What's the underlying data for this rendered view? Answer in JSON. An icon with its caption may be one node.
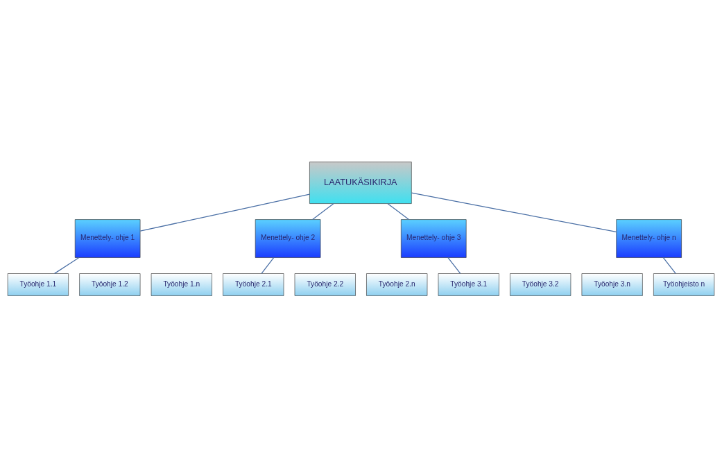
{
  "diagram": {
    "nodes": [
      {
        "text": [
          "LAATUKÄSIKIRJA"
        ]
      },
      {
        "text": [
          "Menettely- ohje 1"
        ]
      },
      {
        "text": [
          "Menettely- ohje 2"
        ]
      },
      {
        "text": [
          "Menettely- ohje 3"
        ]
      },
      {
        "text": [
          "Menettely- ohje n"
        ]
      },
      {
        "text": [
          "Työohje 1.1"
        ]
      },
      {
        "text": [
          "Työohje 1.2"
        ]
      },
      {
        "text": [
          "Työohje 1.n"
        ]
      },
      {
        "text": [
          "Työohje 2.1"
        ]
      },
      {
        "text": [
          "Työohje 2.2"
        ]
      },
      {
        "text": [
          "Työohje 2.n"
        ]
      },
      {
        "text": [
          "Työohje 3.1"
        ]
      },
      {
        "text": [
          "Työohje 3.2"
        ]
      },
      {
        "text": [
          "Työohje 3.n"
        ]
      },
      {
        "text": [
          "Työohjeisto n"
        ]
      }
    ],
    "edges": [
      {
        "from": 0,
        "to": 1,
        "arrow": "none"
      },
      {
        "from": 0,
        "to": 2,
        "arrow": "none"
      },
      {
        "from": 0,
        "to": 3,
        "arrow": "none"
      },
      {
        "from": 0,
        "to": 4,
        "arrow": "none"
      },
      {
        "from": 1,
        "to": 5,
        "arrow": "none"
      },
      {
        "from": 2,
        "to": 8,
        "arrow": "none"
      },
      {
        "from": 3,
        "to": 11,
        "arrow": "none"
      },
      {
        "from": 4,
        "to": 14,
        "arrow": "none"
      }
    ]
  }
}
